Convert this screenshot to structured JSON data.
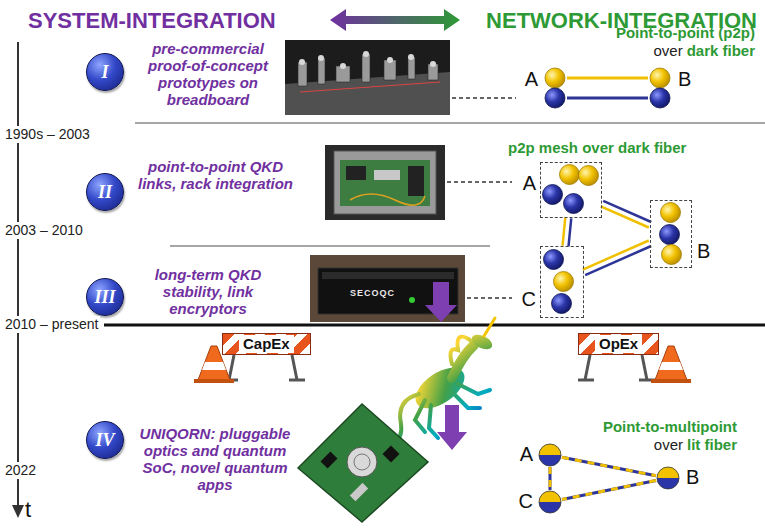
{
  "diagram": {
    "nodes": [
      {
        "text": [
          "I"
        ]
      },
      {
        "text": [
          "A"
        ]
      },
      {
        "text": [
          "B"
        ]
      },
      {
        "text": [
          "II"
        ]
      },
      {
        "text": [
          "A"
        ]
      },
      {
        "text": [
          "B"
        ]
      },
      {
        "text": [
          "C"
        ]
      },
      {
        "text": [
          "III"
        ]
      },
      {
        "text": [
          "CapEx"
        ]
      },
      {
        "text": [
          "OpEx"
        ]
      },
      {
        "text": [
          "IV"
        ]
      },
      {
        "text": [
          "A"
        ]
      },
      {
        "text": [
          "B"
        ]
      },
      {
        "text": [
          "C"
        ]
      }
    ],
    "edges": [
      {
        "from": 1,
        "to": 2,
        "arrow": "none"
      },
      {
        "from": 4,
        "to": 5,
        "arrow": "none"
      },
      {
        "from": 4,
        "to": 6,
        "arrow": "none"
      },
      {
        "from": 5,
        "to": 6,
        "arrow": "none"
      },
      {
        "from": 11,
        "to": 12,
        "arrow": "none"
      },
      {
        "from": 11,
        "to": 13,
        "arrow": "none"
      },
      {
        "from": 12,
        "to": 13,
        "arrow": "none"
      }
    ],
    "labels": [
      "SYSTEM-INTEGRATION",
      "NETWORK-INTEGRATION",
      "pre-commercial proof-of-concept prototypes on breadboard",
      "Point-to-point (p2p)",
      "over",
      "dark fiber",
      "1990s – 2003",
      "point-to-point QKD links, rack integration",
      "p2p mesh over dark fiber",
      "2003 – 2010",
      "long-term QKD stability, link encryptors",
      "SECOQC",
      "2010 – present",
      "UNIQORN: pluggable optics and quantum SoC, novel quantum apps",
      "Point-to-multipoint",
      "over",
      "lit fiber",
      "2022",
      "t"
    ]
  }
}
